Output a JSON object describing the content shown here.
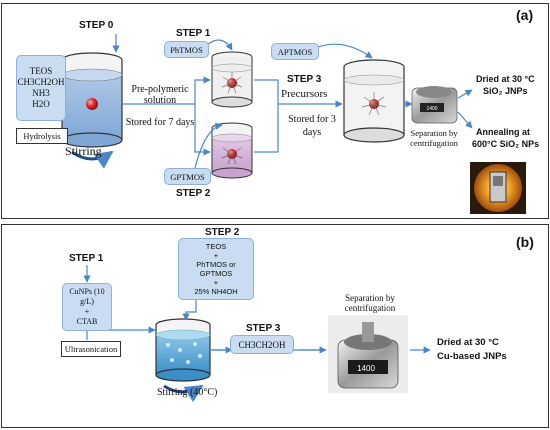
{
  "panel_a": {
    "label": "(a)",
    "step0": "STEP 0",
    "reagents": [
      "TEOS",
      "CH3CH2OH",
      "NH3",
      "H2O"
    ],
    "hydrolysis": "Hydrolysis",
    "stirring": "Stirring",
    "prepolymeric": "Pre-polymeric solution",
    "stored7": "Stored for 7 days",
    "step1": "STEP 1",
    "phtmos": "PhTMOS",
    "step2": "STEP 2",
    "gptmos": "GPTMOS",
    "aptmos": "APTMOS",
    "step3": "STEP 3",
    "precursors": "Precursors",
    "stored3": "Stored for 3 days",
    "separation": "Separation by centrifugation",
    "dried": "Dried at 30 °C",
    "sio2_jnps": "SiO₂ JNPs",
    "annealing": "Annealing at",
    "annealing2": "600°C SiO₂ NPs",
    "centrifuge_display": "1400"
  },
  "panel_b": {
    "label": "(b)",
    "step1": "STEP 1",
    "cunps": "CuNPs (10 g/L)",
    "plus1": "+",
    "ctab": "CTAB",
    "ultrasonication": "Ultrasonication",
    "step2": "STEP 2",
    "step2_lines": [
      "TEOS",
      "+",
      "PhTMOS or",
      "GPTMOS",
      "+",
      "25% NH4OH"
    ],
    "step3": "STEP 3",
    "ethanol": "CH3CH2OH",
    "stirring": "Stirring (40°C)",
    "separation": "Separation by centrifugation",
    "dried": "Dried at 30 °C",
    "cu_jnps": "Cu-based JNPs",
    "centrifuge_display": "1400"
  },
  "colors": {
    "arrow_blue": "#4a86c6",
    "box_blue": "#c9dcf2",
    "liquid_blue": "#8fb7e0",
    "particle_red": "#e0252b"
  }
}
